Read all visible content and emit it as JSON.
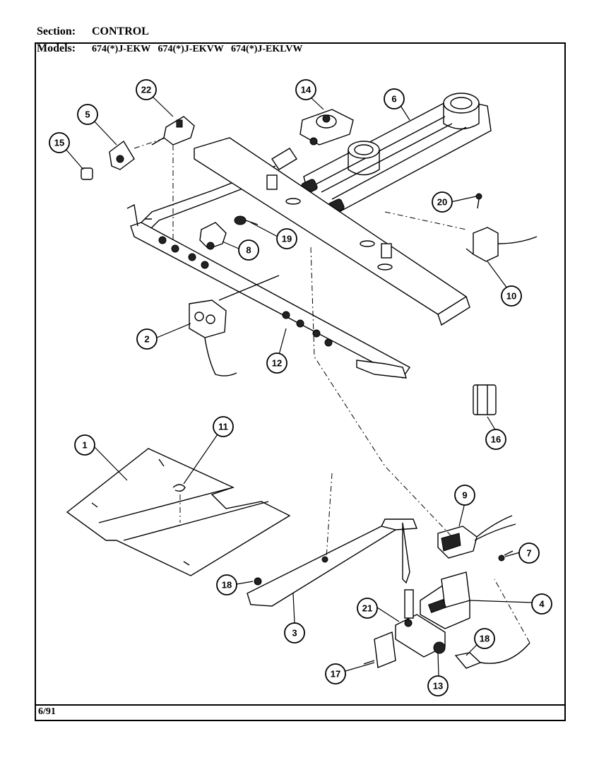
{
  "header": {
    "section_label": "Section:",
    "section_value": "CONTROL",
    "models_label": "Models:",
    "models_value": "674(*)J-EKW   674(*)J-EKVW   674(*)J-EKLVW"
  },
  "footer": {
    "date": "6/91"
  },
  "callouts": [
    "22",
    "5",
    "15",
    "14",
    "6",
    "20",
    "8",
    "19",
    "10",
    "2",
    "12",
    "16",
    "1",
    "11",
    "9",
    "7",
    "4",
    "18",
    "3",
    "21",
    "17",
    "13",
    "18"
  ]
}
